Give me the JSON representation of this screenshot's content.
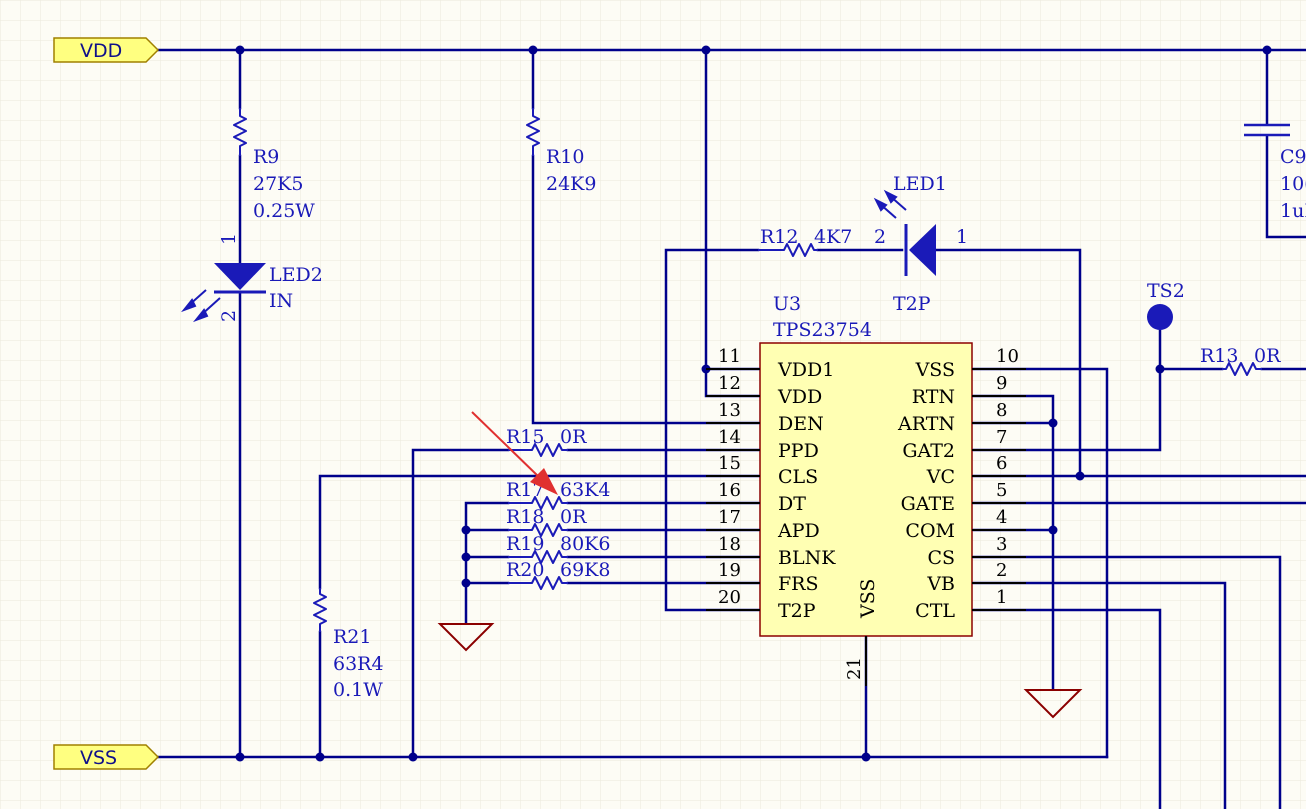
{
  "colors": {
    "background": "#fdfcf5",
    "grid": "#ece9dc",
    "wire": "#00008b",
    "junction": "#00008b",
    "component": "#1a1ab8",
    "ic_body_fill": "#ffffb3",
    "ic_body_stroke": "#8b0000",
    "ground": "#8b0000",
    "port_fill": "#ffff80",
    "port_stroke": "#a08000",
    "annotation_arrow": "#e03030"
  },
  "ports": {
    "vdd": "VDD",
    "vss": "VSS"
  },
  "r9": {
    "designator": "R9",
    "value": "27K5",
    "rating": "0.25W"
  },
  "r10": {
    "designator": "R10",
    "value": "24K9"
  },
  "r12": {
    "designator": "R12",
    "value": "4K7"
  },
  "r13": {
    "designator": "R13",
    "value": "0R"
  },
  "r15": {
    "designator": "R15",
    "value": "0R"
  },
  "r17": {
    "designator": "R17",
    "value": "63K4"
  },
  "r18": {
    "designator": "R18",
    "value": "0R"
  },
  "r19": {
    "designator": "R19",
    "value": "80K6"
  },
  "r20": {
    "designator": "R20",
    "value": "69K8"
  },
  "r21": {
    "designator": "R21",
    "value": "63R4",
    "rating": "0.1W"
  },
  "c9": {
    "designator": "C9",
    "value": "10(",
    "rating": "1uI"
  },
  "led1": {
    "designator": "LED1",
    "type": "T2P",
    "pin_anode": "2",
    "pin_cathode": "1"
  },
  "led2": {
    "designator": "LED2",
    "type": "IN",
    "pin_top": "1",
    "pin_bottom": "2"
  },
  "ts2": {
    "designator": "TS2"
  },
  "u3": {
    "designator": "U3",
    "part": "TPS23754",
    "left_pins": [
      {
        "num": "11",
        "name": "VDD1"
      },
      {
        "num": "12",
        "name": "VDD"
      },
      {
        "num": "13",
        "name": "DEN"
      },
      {
        "num": "14",
        "name": "PPD"
      },
      {
        "num": "15",
        "name": "CLS"
      },
      {
        "num": "16",
        "name": "DT"
      },
      {
        "num": "17",
        "name": "APD"
      },
      {
        "num": "18",
        "name": "BLNK"
      },
      {
        "num": "19",
        "name": "FRS"
      },
      {
        "num": "20",
        "name": "T2P"
      }
    ],
    "right_pins": [
      {
        "num": "10",
        "name": "VSS"
      },
      {
        "num": "9",
        "name": "RTN"
      },
      {
        "num": "8",
        "name": "ARTN"
      },
      {
        "num": "7",
        "name": "GAT2"
      },
      {
        "num": "6",
        "name": "VC"
      },
      {
        "num": "5",
        "name": "GATE"
      },
      {
        "num": "4",
        "name": "COM"
      },
      {
        "num": "3",
        "name": "CS"
      },
      {
        "num": "2",
        "name": "VB"
      },
      {
        "num": "1",
        "name": "CTL"
      }
    ],
    "bottom_pin": {
      "num": "21",
      "name": "VSS"
    }
  }
}
